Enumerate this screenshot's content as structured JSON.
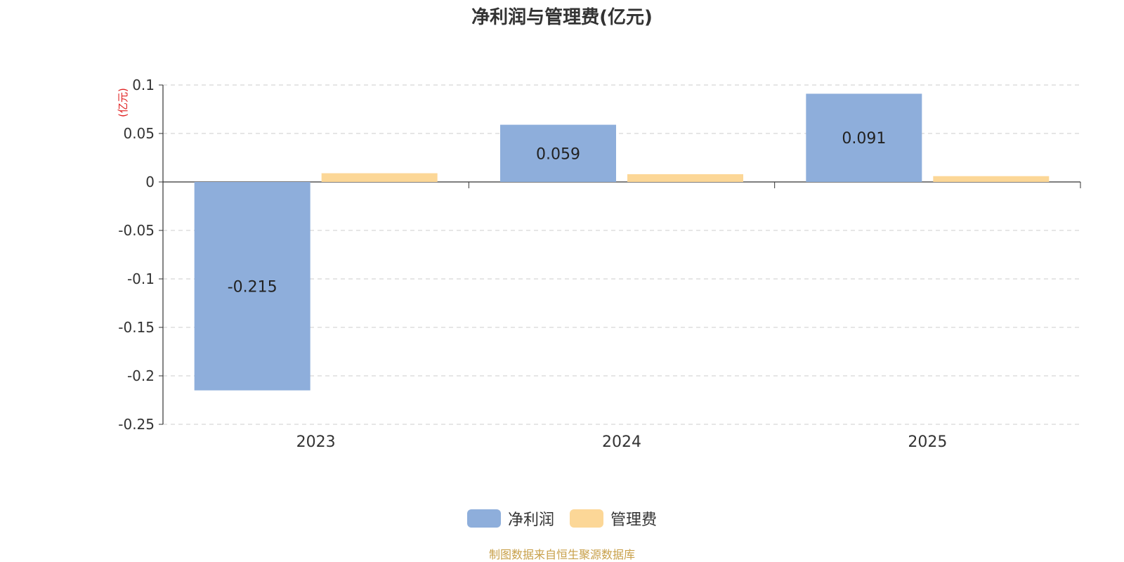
{
  "chart_data": {
    "type": "bar",
    "title": "净利润与管理费(亿元)",
    "ylabel": "(亿元)",
    "categories": [
      "2023",
      "2024",
      "2025"
    ],
    "series": [
      {
        "name": "净利润",
        "values": [
          -0.215,
          0.059,
          0.091
        ],
        "color": "#8eaedb",
        "data_labels": [
          "-0.215",
          "0.059",
          "0.091"
        ]
      },
      {
        "name": "管理费",
        "values": [
          0.009,
          0.008,
          0.006
        ],
        "color": "#fcd797"
      }
    ],
    "ylim": [
      -0.25,
      0.1
    ],
    "yticks": [
      0.1,
      0.05,
      0,
      -0.05,
      -0.1,
      -0.15,
      -0.2,
      -0.25
    ],
    "ytick_labels": [
      "0.1",
      "0.05",
      "0",
      "-0.05",
      "-0.1",
      "-0.15",
      "-0.2",
      "-0.25"
    ],
    "grid": true,
    "legend_position": "bottom-center"
  },
  "footer": {
    "source": "制图数据来自恒生聚源数据库"
  }
}
